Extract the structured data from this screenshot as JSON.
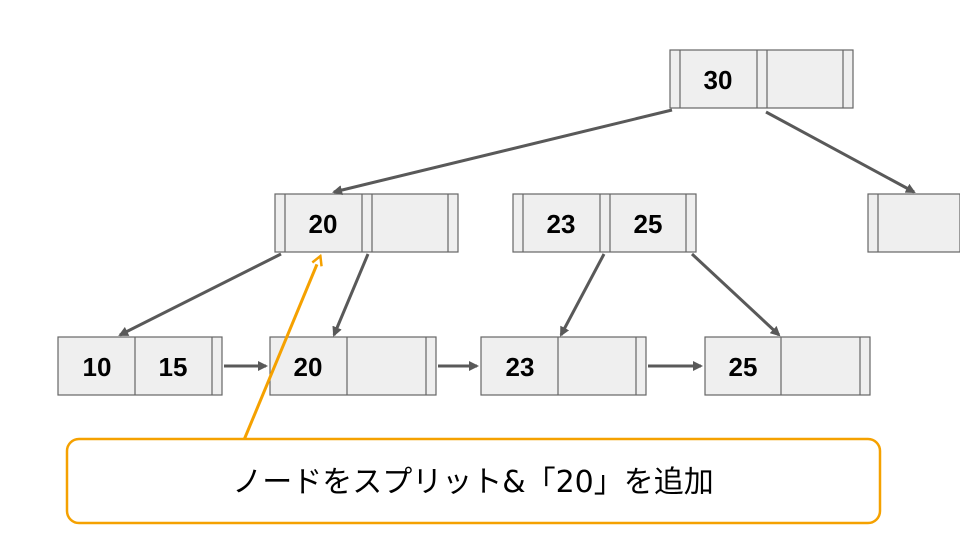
{
  "colors": {
    "node_fill": "#efefef",
    "node_stroke": "#666666",
    "arrow": "#595959",
    "callout": "#f5a100",
    "text": "#000000"
  },
  "nodes": {
    "root": {
      "keys": [
        "30",
        ""
      ]
    },
    "internal_left": {
      "keys": [
        "20",
        ""
      ]
    },
    "internal_middle": {
      "keys": [
        "23",
        "25"
      ]
    },
    "internal_right": {
      "keys": [
        ""
      ]
    },
    "leaf_1": {
      "keys": [
        "10",
        "15"
      ]
    },
    "leaf_2": {
      "keys": [
        "20",
        ""
      ]
    },
    "leaf_3": {
      "keys": [
        "23",
        ""
      ]
    },
    "leaf_4": {
      "keys": [
        "25",
        ""
      ]
    }
  },
  "callout": {
    "text": "ノードをスプリット&「20」を追加"
  }
}
